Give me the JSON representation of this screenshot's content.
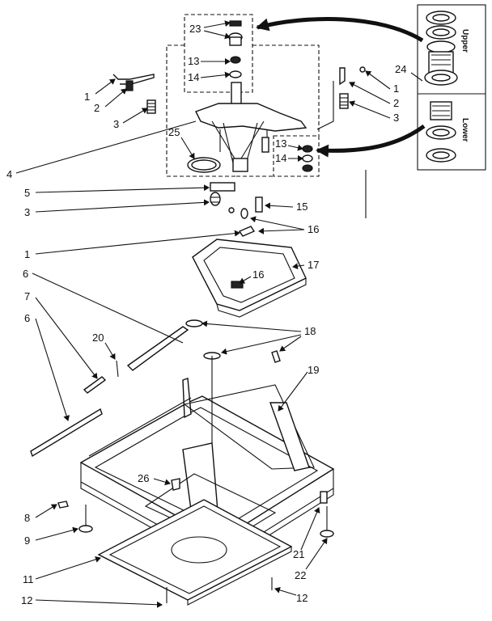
{
  "inset": {
    "upper_label": "Upper",
    "lower_label": "Lower"
  },
  "callouts": {
    "c1a": "1",
    "c2a": "2",
    "c3a": "3",
    "c4": "4",
    "c5": "5",
    "c3b": "3",
    "c1b": "1",
    "c6a": "6",
    "c7": "7",
    "c6b": "6",
    "c8": "8",
    "c9": "9",
    "c11": "11",
    "c12a": "12",
    "c12b": "12",
    "c13a": "13",
    "c14a": "14",
    "c23": "23",
    "c25": "25",
    "c24": "24",
    "c1c": "1",
    "c2b": "2",
    "c3c": "3",
    "c13b": "13",
    "c14b": "14",
    "c15": "15",
    "c16a": "16",
    "c16b": "16",
    "c17": "17",
    "c18": "18",
    "c19": "19",
    "c20": "20",
    "c26": "26",
    "c21": "21",
    "c22": "22"
  }
}
